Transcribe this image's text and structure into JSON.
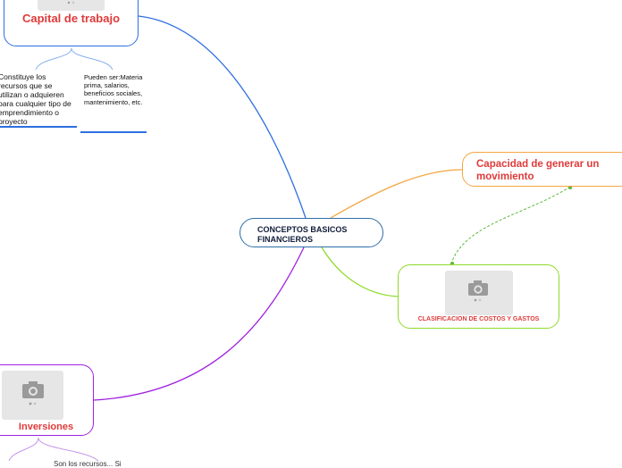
{
  "center": {
    "label": "CONCEPTOS BASICOS FINANCIEROS"
  },
  "capital": {
    "title": "Capital de trabajo",
    "subtopics": [
      "Constituye los recursos que se utilizan o adquieren para cualquier tipo de emprendimiento o proyecto",
      "Pueden ser:Materia prima, salarios, beneficios sociales, mantenimiento, etc."
    ]
  },
  "capacidad": {
    "title": "Capacidad de generar un movimiento"
  },
  "clasificacion": {
    "title": "CLASIFICACION DE COSTOS Y GASTOS"
  },
  "inversiones": {
    "title": "Inversiones",
    "subtopic_partial": "Son los recursos... Si"
  },
  "icons": {
    "image_placeholder": "camera-icon"
  },
  "colors": {
    "capital_branch": "#2f6fe0",
    "capacidad_branch": "#f4a640",
    "clasificacion_branch": "#8fdb2a",
    "inversiones_branch": "#a020e0",
    "title_text": "#e03a3a",
    "relationship_line": "#5bb83a"
  }
}
